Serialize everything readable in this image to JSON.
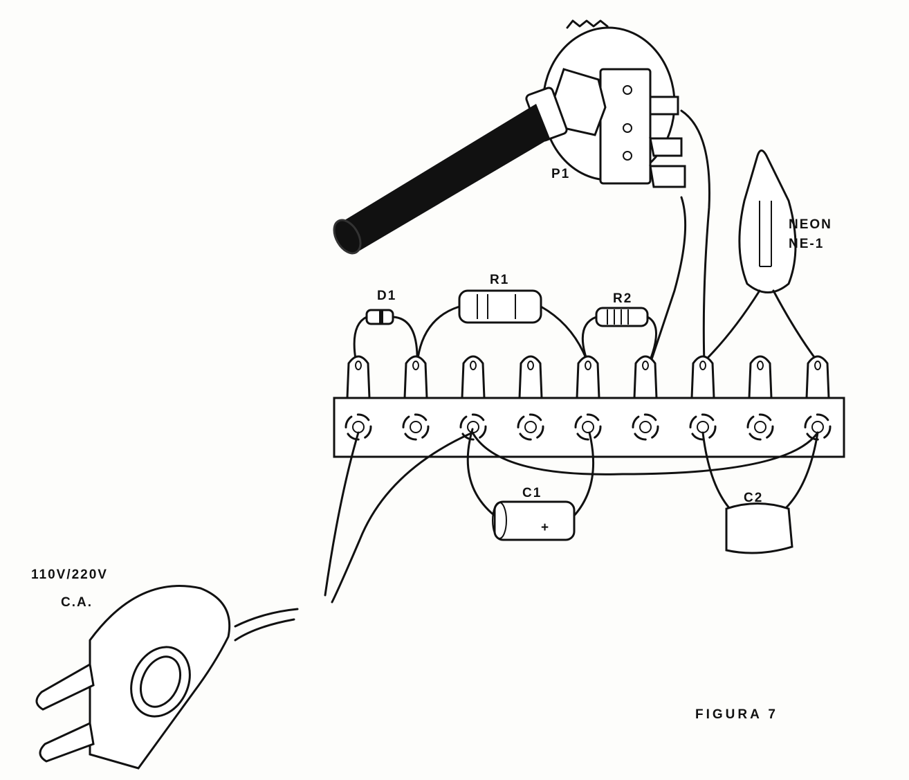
{
  "figure": {
    "caption": "FIGURA 7"
  },
  "power": {
    "voltage_label": "110V/220V",
    "type_label": "C.A."
  },
  "components": {
    "potentiometer": "P1",
    "neon_line1": "NEON",
    "neon_line2": "NE-1",
    "diode": "D1",
    "resistor1": "R1",
    "resistor2": "R2",
    "capacitor1": "C1",
    "capacitor2": "C2",
    "c1_polarity": "+"
  },
  "terminal_strip": {
    "terminal_count": 9
  }
}
